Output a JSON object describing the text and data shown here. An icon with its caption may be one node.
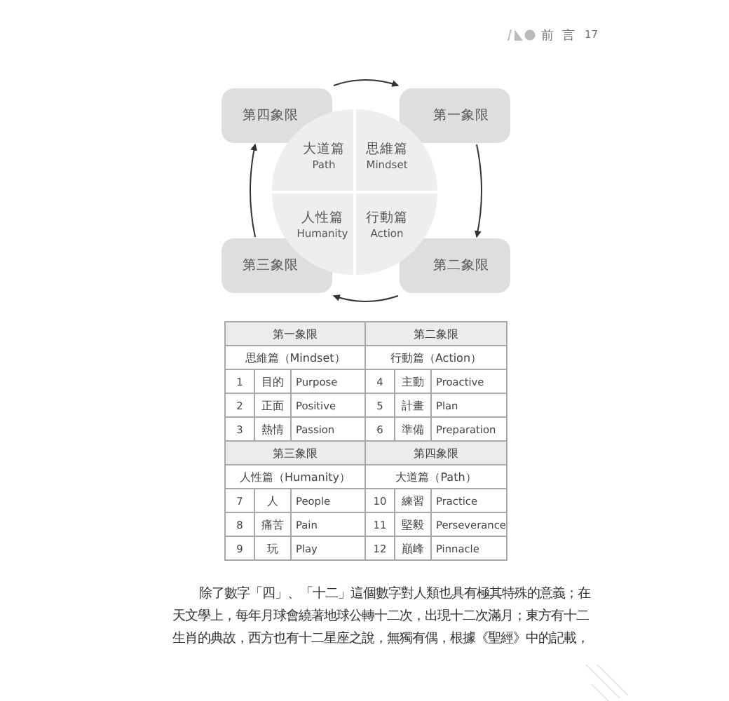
{
  "diagram": {
    "nodes": [
      {
        "text": [
          "第四象限"
        ]
      },
      {
        "text": [
          "第一象限"
        ]
      },
      {
        "text": [],
        "shape": "circle"
      },
      {
        "text": [
          "大道篇",
          "Path"
        ],
        "in": 2
      },
      {
        "text": [
          "思維篇",
          "Mindset"
        ],
        "in": 2
      },
      {
        "text": [
          "人性篇",
          "Humanity"
        ],
        "in": 2
      },
      {
        "text": [
          "行動篇",
          "Action"
        ],
        "in": 2
      },
      {
        "text": [
          "第三象限"
        ]
      },
      {
        "text": [
          "第二象限"
        ]
      }
    ],
    "edges": [
      {
        "from": 0,
        "to": 1,
        "arrow": "to"
      },
      {
        "from": 1,
        "to": 8,
        "arrow": "to"
      },
      {
        "from": 8,
        "to": 7,
        "arrow": "to"
      },
      {
        "from": 7,
        "to": 0,
        "arrow": "to"
      }
    ],
    "labels": [
      "前言",
      "17",
      "第一象限",
      "第二象限",
      "思維篇（Mindset）",
      "行動篇（Action）",
      "1",
      "目的",
      "Purpose",
      "4",
      "主動",
      "Proactive",
      "2",
      "正面",
      "Positive",
      "5",
      "計畫",
      "Plan",
      "3",
      "熱情",
      "Passion",
      "6",
      "準備",
      "Preparation",
      "第三象限",
      "第四象限",
      "人性篇（Humanity）",
      "大道篇（Path）",
      "7",
      "人",
      "People",
      "10",
      "練習",
      "Practice",
      "8",
      "痛苦",
      "Pain",
      "11",
      "堅毅",
      "Perseverance",
      "9",
      "玩",
      "Play",
      "12",
      "巔峰",
      "Pinnacle",
      "除了數字「四」、「十二」這個數字對人類也具有極其特殊的意義；在天文學上，每年月球會繞著地球公轉十二次，出現十二次滿月；東方有十二生肖的典故，西方也有十二星座之說，無獨有偶，根據《聖經》中的記載，"
    ]
  }
}
